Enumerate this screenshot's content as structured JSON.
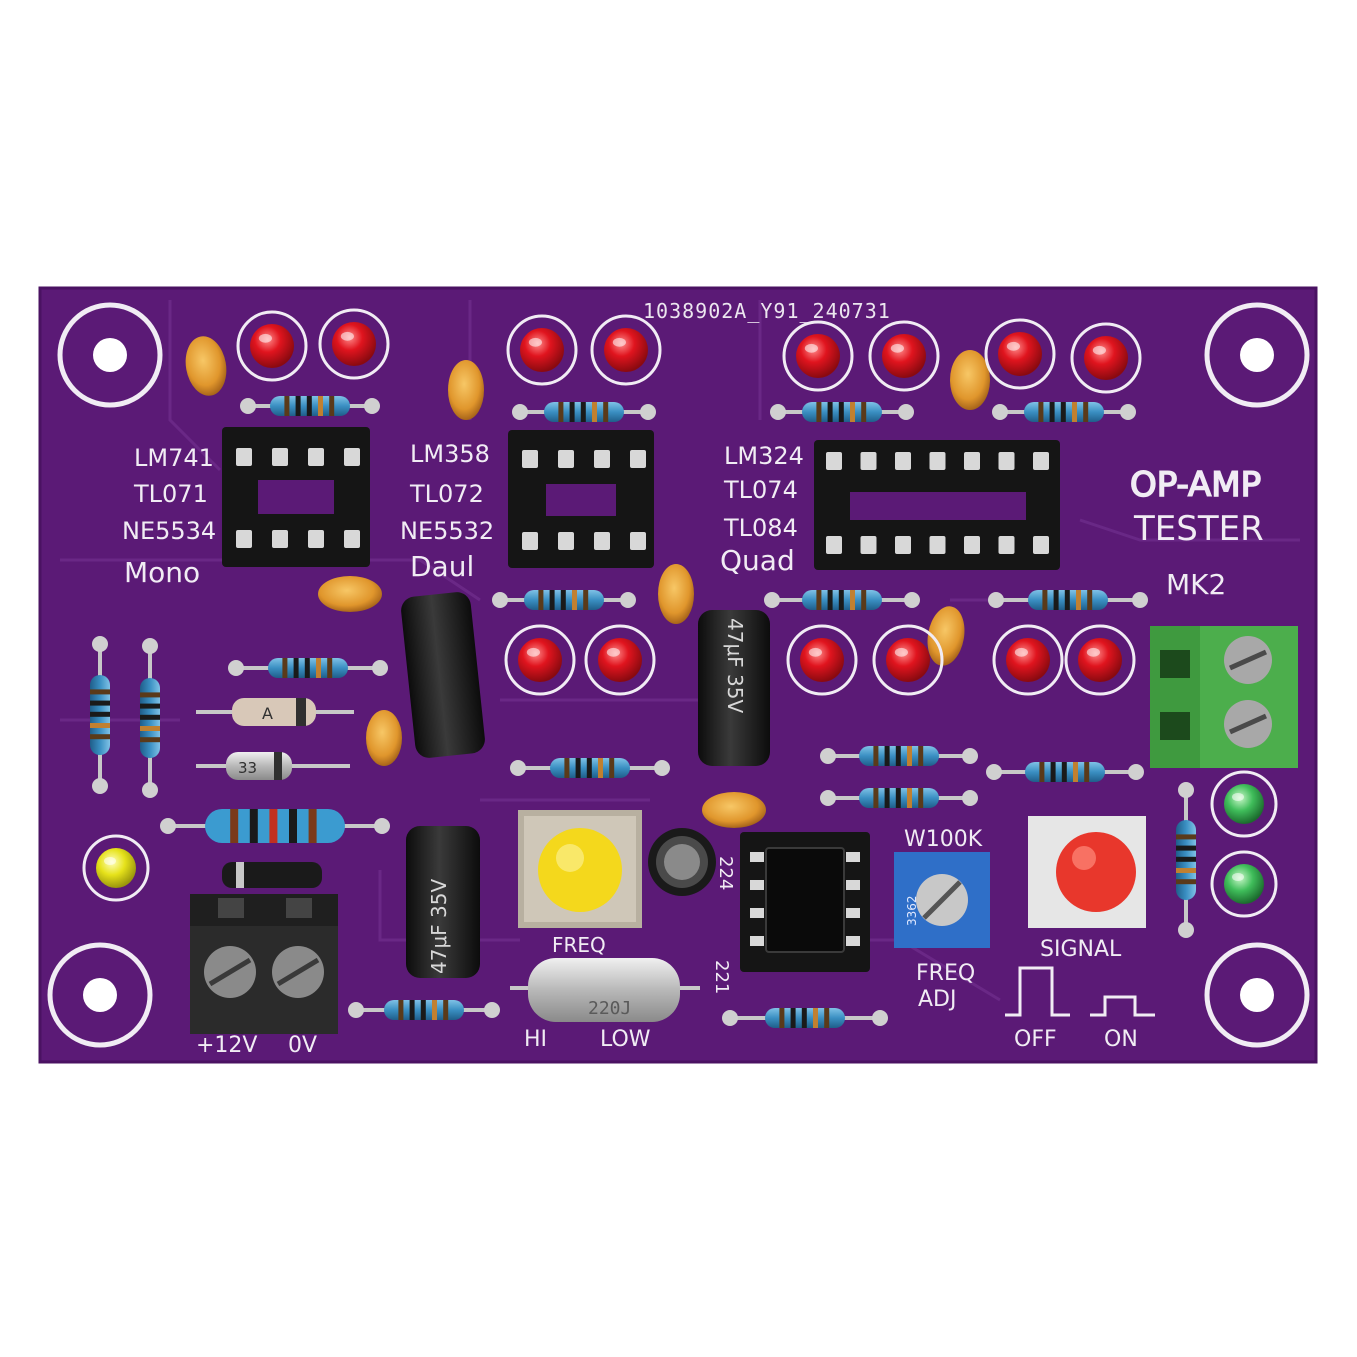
{
  "board": {
    "serial": "1038902A_Y91_240731",
    "title_line1": "OP-AMP",
    "title_line2": "TESTER",
    "version": "MK2",
    "colors": {
      "pcb": "#5b1a76",
      "silkscreen": "#f1ecf4",
      "led_red": "#e0141e",
      "led_green": "#2fb34a",
      "led_yellow": "#e6e21a",
      "terminal_green": "#4cae4c",
      "terminal_black": "#2b2b2b"
    }
  },
  "sockets": {
    "mono": {
      "part1": "LM741",
      "part2": "TL071",
      "part3": "NE5534",
      "type": "Mono"
    },
    "dual": {
      "part1": "LM358",
      "part2": "TL072",
      "part3": "NE5532",
      "type": "Daul"
    },
    "quad": {
      "part1": "LM324",
      "part2": "TL074",
      "part3": "TL084",
      "type": "Quad"
    }
  },
  "power": {
    "plus_label": "+12V",
    "zero_label": "0V"
  },
  "controls": {
    "freq_button_label": "FREQ",
    "signal_button_label": "SIGNAL",
    "pot_label": "W100K",
    "pot_code": "3362",
    "freq_adj_line1": "FREQ",
    "freq_adj_line2": "ADJ",
    "hi_label": "HI",
    "low_label": "LOW",
    "off_label": "OFF",
    "on_label": "ON"
  },
  "components": {
    "cap_47uf_a": "47μF 35V",
    "cap_47uf_b": "47μF 35V",
    "inductor": "220J",
    "cap_224": "224",
    "cap_221": "221",
    "diode_code": "A",
    "zener_code": "33"
  }
}
